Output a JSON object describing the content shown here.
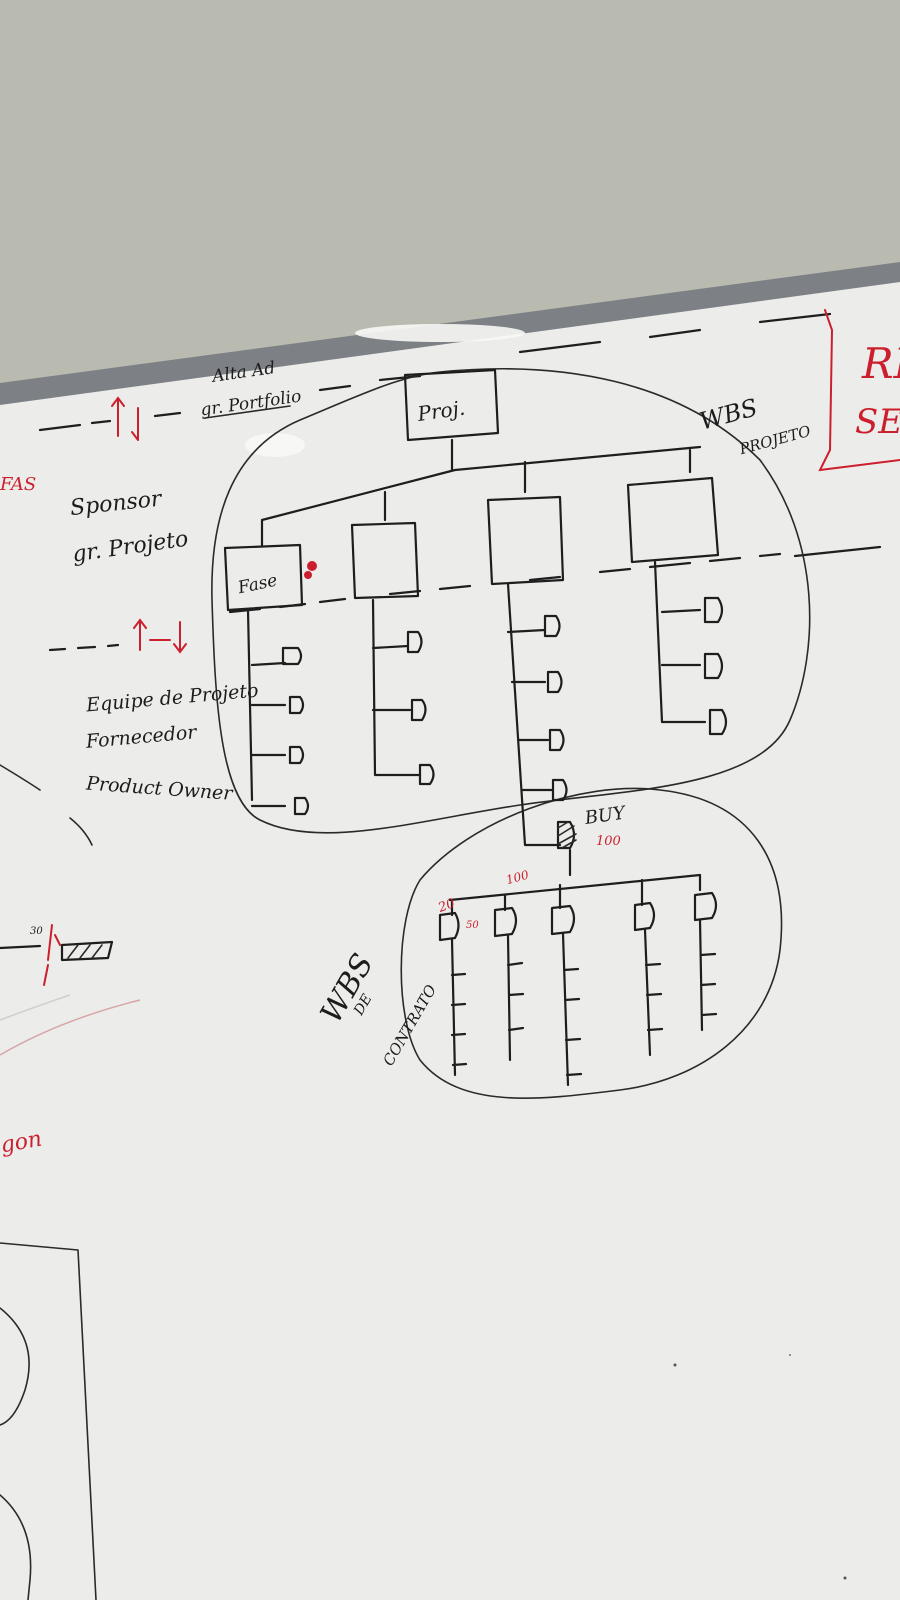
{
  "board": {
    "top_label_line1": "Alta Ad",
    "top_label_line2": "gr. Portfolio",
    "left_labels": [
      "Sponsor",
      "gr. Projeto"
    ],
    "team_labels": [
      "Equipe de Projeto",
      "Fornecedor",
      "Product Owner"
    ],
    "root_box": "Proj.",
    "first_box": "Fase",
    "wbs_project": [
      "WBS",
      "PROJETO"
    ],
    "wbs_contract": [
      "WBS",
      "DE",
      "CONTRATO"
    ],
    "buy_label": "BUY",
    "buy_value": "100",
    "red_edge_left_top": "FAS",
    "red_edge_left_mid": "gon",
    "red_edge_right": [
      "RE",
      "SE"
    ],
    "red_small_left": "30",
    "red_mark_1": "20",
    "red_mark_2": "50",
    "red_mark_3": "100"
  },
  "colors": {
    "wall": "#b9bbb1",
    "board": "#ecedea",
    "frame": "#7d8186",
    "ink": "#1e1e1e",
    "red": "#cc1f2e"
  }
}
